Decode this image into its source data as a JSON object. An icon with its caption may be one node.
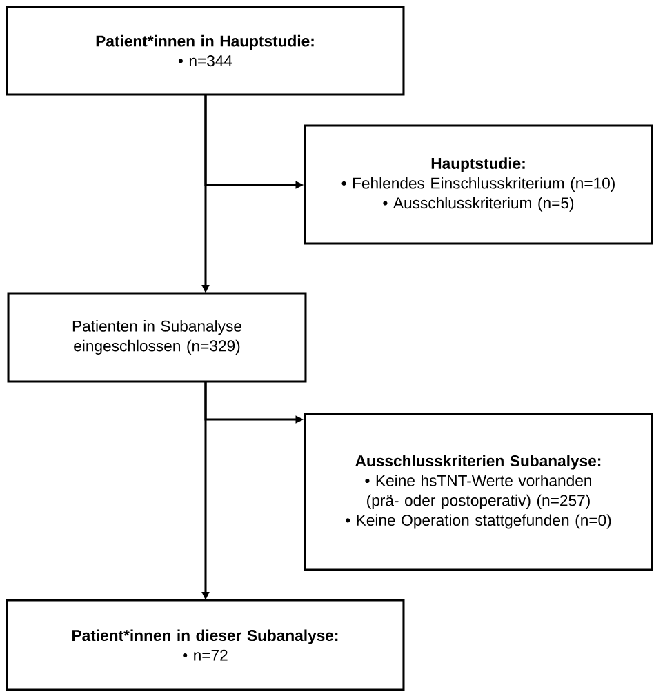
{
  "diagram": {
    "nodes": [
      {
        "text": [
          "Patient*innen in Hauptstudie:",
          "• n=344"
        ]
      },
      {
        "text": [
          "Hauptstudie:",
          "• Fehlendes Einschlusskriterium (n=10)",
          "• Ausschlusskriterium (n=5)"
        ]
      },
      {
        "text": [
          "Patienten in Subanalyse eingeschlossen (n=329)"
        ]
      },
      {
        "text": [
          "Ausschlusskriterien Subanalyse:",
          "• Keine hsTNT-Werte vorhanden (prä- oder postoperativ) (n=257)",
          "• Keine Operation stattgefunden (n=0)"
        ]
      },
      {
        "text": [
          "Patient*innen in dieser Subanalyse:",
          "• n=72"
        ]
      }
    ],
    "edges": [
      {
        "from": 0,
        "to": 2,
        "arrow": "to"
      },
      {
        "from": 0,
        "to": 1,
        "arrow": "to"
      },
      {
        "from": 2,
        "to": 4,
        "arrow": "to"
      },
      {
        "from": 2,
        "to": 3,
        "arrow": "to"
      }
    ]
  }
}
